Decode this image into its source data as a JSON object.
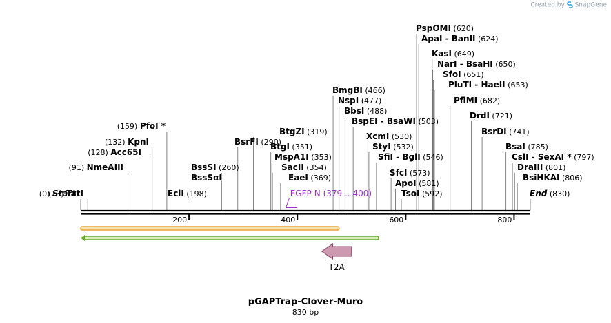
{
  "branding": {
    "created_by": "Created by",
    "app_name": "SnapGene"
  },
  "plasmid": {
    "name": "pGAPTrap-Clover-Muro",
    "length_label": "830 bp",
    "length": 830
  },
  "colors": {
    "accent_purple": "#9933cc",
    "feature_orange": "#e8a33c",
    "feature_orange_fill": "#f6e3b0",
    "feature_green": "#6ca832",
    "feature_green_fill": "#d7efb9",
    "t2a_fill": "#cc99b0",
    "t2a_stroke": "#8c4a6a"
  },
  "axis": {
    "ticks": [
      {
        "pos": 200,
        "label": "200"
      },
      {
        "pos": 400,
        "label": "400"
      },
      {
        "pos": 600,
        "label": "600"
      },
      {
        "pos": 800,
        "label": "800"
      }
    ]
  },
  "sites": [
    {
      "name": "Start",
      "pos": "(0)",
      "bp": 0,
      "side": "left",
      "italic": true
    },
    {
      "name": "TatI",
      "pos": "(13)",
      "bp": 13,
      "side": "left"
    },
    {
      "name": "NmeAIII",
      "pos": "(91)",
      "bp": 91,
      "side": "left"
    },
    {
      "name": "Acc65I",
      "pos": "(128)",
      "bp": 128,
      "side": "left"
    },
    {
      "name": "KpnI",
      "pos": "(132)",
      "bp": 132,
      "side": "left"
    },
    {
      "name": "PfoI *",
      "pos": "(159)",
      "bp": 159,
      "side": "left"
    },
    {
      "name": "EciI",
      "pos": "(198)",
      "bp": 198,
      "side": "right"
    },
    {
      "name": "BssSI",
      "pos": "(260)",
      "bp": 260,
      "side": "right"
    },
    {
      "name": "BssSαI",
      "pos": "",
      "bp": 260,
      "side": "right"
    },
    {
      "name": "BsrFI",
      "pos": "(290)",
      "bp": 290,
      "side": "right"
    },
    {
      "name": "BtgZI",
      "pos": "(319)",
      "bp": 319,
      "side": "right"
    },
    {
      "name": "BtgI",
      "pos": "(351)",
      "bp": 351,
      "side": "right"
    },
    {
      "name": "MspA1I",
      "pos": "(353)",
      "bp": 353,
      "side": "right"
    },
    {
      "name": "SacII",
      "pos": "(354)",
      "bp": 354,
      "side": "right"
    },
    {
      "name": "EaeI",
      "pos": "(369)",
      "bp": 369,
      "side": "right"
    },
    {
      "name": "BmgBI",
      "pos": "(466)",
      "bp": 466,
      "side": "right"
    },
    {
      "name": "NspI",
      "pos": "(477)",
      "bp": 477,
      "side": "right"
    },
    {
      "name": "BbsI",
      "pos": "(488)",
      "bp": 488,
      "side": "right"
    },
    {
      "name": "BspEI - BsaWI",
      "pos": "(503)",
      "bp": 503,
      "side": "right"
    },
    {
      "name": "XcmI",
      "pos": "(530)",
      "bp": 530,
      "side": "right"
    },
    {
      "name": "StyI",
      "pos": "(532)",
      "bp": 532,
      "side": "right"
    },
    {
      "name": "SfiI - BglI",
      "pos": "(546)",
      "bp": 546,
      "side": "right"
    },
    {
      "name": "SfcI",
      "pos": "(573)",
      "bp": 573,
      "side": "right"
    },
    {
      "name": "ApoI",
      "pos": "(581)",
      "bp": 581,
      "side": "right"
    },
    {
      "name": "TsoI",
      "pos": "(592)",
      "bp": 592,
      "side": "right"
    },
    {
      "name": "PspOMI",
      "pos": "(620)",
      "bp": 620,
      "side": "right"
    },
    {
      "name": "ApaI - BanII",
      "pos": "(624)",
      "bp": 624,
      "side": "right"
    },
    {
      "name": "KasI",
      "pos": "(649)",
      "bp": 649,
      "side": "right"
    },
    {
      "name": "NarI - BsaHI",
      "pos": "(650)",
      "bp": 650,
      "side": "right"
    },
    {
      "name": "SfoI",
      "pos": "(651)",
      "bp": 651,
      "side": "right"
    },
    {
      "name": "PluTI - HaeII",
      "pos": "(653)",
      "bp": 653,
      "side": "right"
    },
    {
      "name": "PflMI",
      "pos": "(682)",
      "bp": 682,
      "side": "right"
    },
    {
      "name": "DrdI",
      "pos": "(721)",
      "bp": 721,
      "side": "right"
    },
    {
      "name": "BsrDI",
      "pos": "(741)",
      "bp": 741,
      "side": "right"
    },
    {
      "name": "BsaI",
      "pos": "(785)",
      "bp": 785,
      "side": "right"
    },
    {
      "name": "CslI - SexAI *",
      "pos": "(797)",
      "bp": 797,
      "side": "right"
    },
    {
      "name": "DraIII",
      "pos": "(801)",
      "bp": 801,
      "side": "right"
    },
    {
      "name": "BsiHKAI",
      "pos": "(806)",
      "bp": 806,
      "side": "right"
    },
    {
      "name": "End",
      "pos": "(830)",
      "bp": 830,
      "side": "right",
      "italic": true
    }
  ],
  "primer": {
    "name": "EGFP-N",
    "range": "(379 .. 400)",
    "start": 379,
    "end": 400
  },
  "features": [
    {
      "name": "",
      "start": 0,
      "end": 477,
      "direction": "forward",
      "color": "orange"
    },
    {
      "name": "",
      "start": 0,
      "end": 550,
      "direction": "reverse",
      "color": "green"
    },
    {
      "name": "T2A",
      "start": 445,
      "end": 500,
      "direction": "reverse",
      "color": "t2a"
    }
  ]
}
